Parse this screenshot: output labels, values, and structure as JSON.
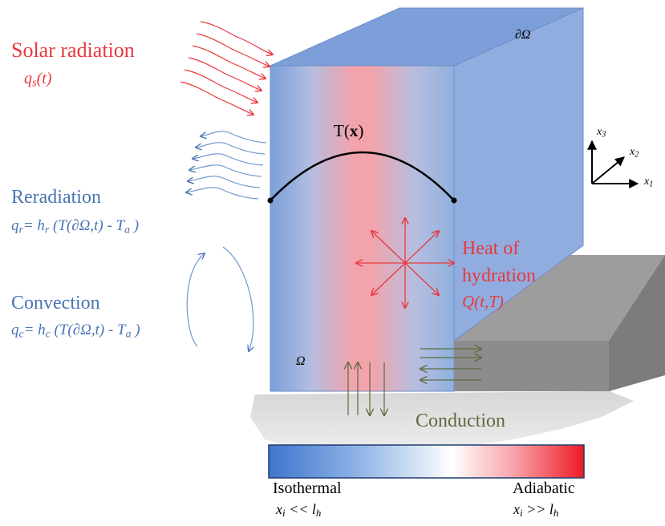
{
  "labels": {
    "solar_title": "Solar radiation",
    "solar_formula_q": "q",
    "solar_formula_sub": "s",
    "solar_formula_rest": "(t)",
    "reradiation_title": "Reradiation",
    "rerad_q": "q",
    "rerad_q_sub": "r",
    "rerad_eq": "= h",
    "rerad_h_sub": "r",
    "rerad_rest": " (T(∂Ω,t) - T",
    "rerad_a_sub": "a",
    "rerad_close": " )",
    "convection_title": "Convection",
    "conv_q": "q",
    "conv_q_sub": "c",
    "conv_eq": "= h",
    "conv_h_sub": "c",
    "conv_rest": " (T(∂Ω,t) - T",
    "conv_a_sub": "a",
    "conv_close": " )",
    "heat_line1": "Heat of",
    "heat_line2": "hydration",
    "heat_formula": "Q(t,T)",
    "temperature_T": "T(",
    "temperature_x": "x",
    "temperature_close": ")",
    "boundary": "∂Ω",
    "domain": "Ω",
    "conduction": "Conduction",
    "axis_x1": "x",
    "axis_x1_sub": "1",
    "axis_x2": "x",
    "axis_x2_sub": "2",
    "axis_x3": "x",
    "axis_x3_sub": "3",
    "isothermal": "Isothermal",
    "adiabatic": "Adiabatic",
    "iso_x": "x",
    "iso_i": "i",
    "iso_rel": " << l",
    "iso_h": "h",
    "adi_x": "x",
    "adi_i": "i",
    "adi_rel": " >> l",
    "adi_h": "h"
  },
  "colors": {
    "solar": "#e8383d",
    "reradiation": "#4a74b4",
    "conduction": "#5e6b3e",
    "cold": "#3f75cd",
    "hot": "#ee1c25",
    "slab": "#8c8c8c"
  },
  "icons": {
    "solar_rays": "wavy-arrows-right",
    "reradiation_rays": "wavy-arrows-left",
    "convection_loop": "circular-arrows",
    "heat_source": "radial-star-arrows",
    "conduction_vertical": "vertical-arrows",
    "conduction_horizontal": "horizontal-arrows",
    "axes": "3d-coordinate-axes"
  }
}
